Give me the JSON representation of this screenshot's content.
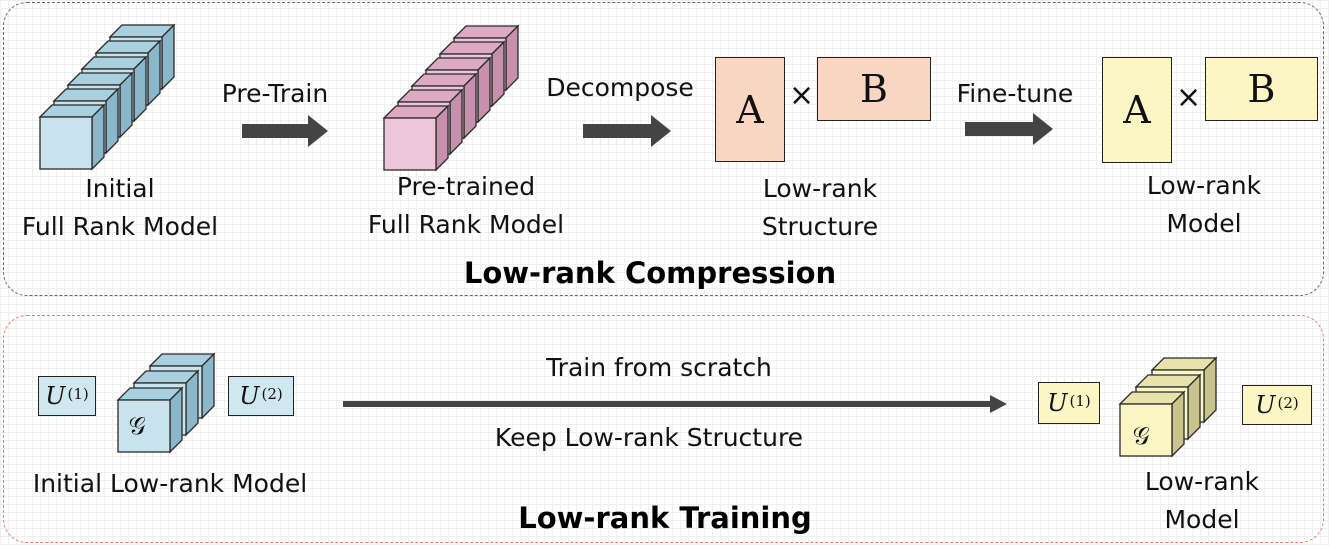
{
  "compression": {
    "title": "Low-rank  Compression",
    "initial_label": "Initial\nFull Rank Model",
    "pretrain_label": "Pre-Train",
    "pretrained_label": "Pre-trained\nFull Rank Model",
    "decompose_label": "Decompose",
    "structure_label": "Low-rank\nStructure",
    "finetune_label": "Fine-tune",
    "model_label": "Low-rank\nModel",
    "factor_a": "A",
    "factor_b": "B",
    "times_symbol": "×"
  },
  "training": {
    "title": "Low-rank Training",
    "initial_label": "Initial Low-rank Model",
    "arrow_top_label": "Train from scratch",
    "arrow_bottom_label": "Keep Low-rank Structure",
    "model_label": "Low-rank\nModel",
    "factor_u": "U",
    "superscript_1": "(1)",
    "superscript_2": "(2)",
    "core_symbol": "𝒢"
  },
  "colors": {
    "blue_front": "#c8e3ee",
    "blue_top": "#a9d0df",
    "blue_side": "#8ab8ca",
    "pink_front": "#edc6d9",
    "pink_top": "#dcaac2",
    "pink_side": "#c790ac",
    "cream_front": "#fbf6c4",
    "cream_top": "#e8e2ad",
    "cream_side": "#c9c48c",
    "peach": "#f9d6c2",
    "arrow": "#444444",
    "top_border": "#666666",
    "bottom_border": "#e87777"
  }
}
